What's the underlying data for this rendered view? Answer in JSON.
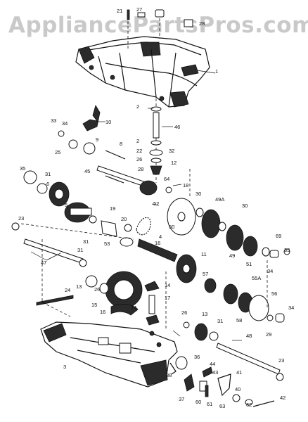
{
  "watermark": "AppliancePartsPros.com",
  "diagram_type": "transaxle exploded parts diagram",
  "parts": [
    {
      "id": "p21",
      "label": "21"
    },
    {
      "id": "p27",
      "label": "27"
    },
    {
      "id": "p28",
      "label": "28"
    },
    {
      "id": "p1",
      "label": "1"
    },
    {
      "id": "p2a",
      "label": "2"
    },
    {
      "id": "p46",
      "label": "46"
    },
    {
      "id": "p2b",
      "label": "2"
    },
    {
      "id": "p22",
      "label": "22"
    },
    {
      "id": "p32",
      "label": "32"
    },
    {
      "id": "p26a",
      "label": "26"
    },
    {
      "id": "p12",
      "label": "12"
    },
    {
      "id": "p28b",
      "label": "28"
    },
    {
      "id": "p33a",
      "label": "33"
    },
    {
      "id": "p34a",
      "label": "34"
    },
    {
      "id": "p10",
      "label": "10"
    },
    {
      "id": "p25",
      "label": "25"
    },
    {
      "id": "p9",
      "label": "9"
    },
    {
      "id": "p8",
      "label": "8"
    },
    {
      "id": "p45",
      "label": "45"
    },
    {
      "id": "p35",
      "label": "35"
    },
    {
      "id": "p31a",
      "label": "31"
    },
    {
      "id": "p6",
      "label": "6"
    },
    {
      "id": "p64",
      "label": "64"
    },
    {
      "id": "p18",
      "label": "18"
    },
    {
      "id": "p30a",
      "label": "30"
    },
    {
      "id": "p49A",
      "label": "49A"
    },
    {
      "id": "p30b",
      "label": "30"
    },
    {
      "id": "p5",
      "label": "5"
    },
    {
      "id": "p19",
      "label": "19"
    },
    {
      "id": "p52",
      "label": "52"
    },
    {
      "id": "p50",
      "label": "50"
    },
    {
      "id": "p23a",
      "label": "23"
    },
    {
      "id": "p31b",
      "label": "31"
    },
    {
      "id": "p20",
      "label": "20"
    },
    {
      "id": "p53",
      "label": "53"
    },
    {
      "id": "p16",
      "label": "16"
    },
    {
      "id": "p4",
      "label": "4"
    },
    {
      "id": "p49",
      "label": "49"
    },
    {
      "id": "p51",
      "label": "51"
    },
    {
      "id": "p69",
      "label": "69"
    },
    {
      "id": "p33b",
      "label": "33"
    },
    {
      "id": "p34b",
      "label": "34"
    },
    {
      "id": "p47",
      "label": "47"
    },
    {
      "id": "p31c",
      "label": "31"
    },
    {
      "id": "p11",
      "label": "11"
    },
    {
      "id": "p57",
      "label": "57"
    },
    {
      "id": "p55A",
      "label": "55A"
    },
    {
      "id": "p13a",
      "label": "13"
    },
    {
      "id": "p26b",
      "label": "26"
    },
    {
      "id": "p14a",
      "label": "14"
    },
    {
      "id": "p24",
      "label": "24"
    },
    {
      "id": "p17",
      "label": "17"
    },
    {
      "id": "p56",
      "label": "56"
    },
    {
      "id": "p15",
      "label": "15"
    },
    {
      "id": "p16b",
      "label": "16"
    },
    {
      "id": "p14b",
      "label": "14"
    },
    {
      "id": "p58",
      "label": "58"
    },
    {
      "id": "p34c",
      "label": "34"
    },
    {
      "id": "p26c",
      "label": "26"
    },
    {
      "id": "p13b",
      "label": "13"
    },
    {
      "id": "p31d",
      "label": "31"
    },
    {
      "id": "p29",
      "label": "29"
    },
    {
      "id": "p48",
      "label": "48"
    },
    {
      "id": "p3",
      "label": "3"
    },
    {
      "id": "p36",
      "label": "36"
    },
    {
      "id": "p44",
      "label": "44"
    },
    {
      "id": "p43",
      "label": "43"
    },
    {
      "id": "p38",
      "label": "38"
    },
    {
      "id": "p37",
      "label": "37"
    },
    {
      "id": "p23b",
      "label": "23"
    },
    {
      "id": "p41",
      "label": "41"
    },
    {
      "id": "p60",
      "label": "60"
    },
    {
      "id": "p61",
      "label": "61"
    },
    {
      "id": "p40",
      "label": "40"
    },
    {
      "id": "p62",
      "label": "62"
    },
    {
      "id": "p42",
      "label": "42"
    },
    {
      "id": "p63",
      "label": "63"
    }
  ]
}
